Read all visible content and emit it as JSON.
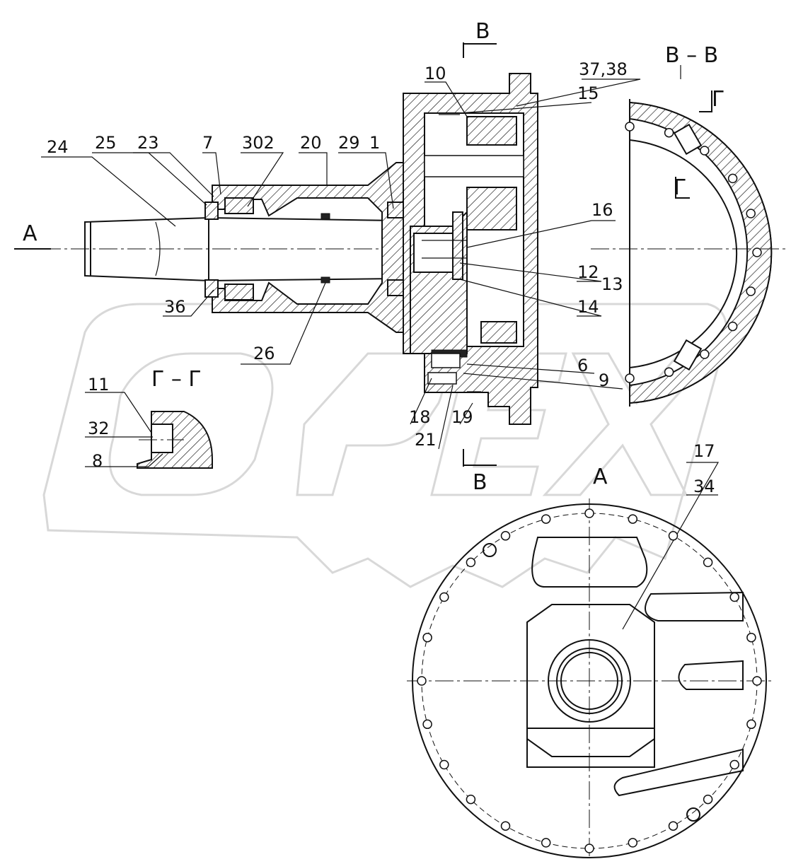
{
  "labels": {
    "l24": "24",
    "l25": "25",
    "l23": "23",
    "l7": "7",
    "l302": "302",
    "l20": "20",
    "l29": "29",
    "l1": "1",
    "l10": "10",
    "l3738": "37,38",
    "l15": "15",
    "l16": "16",
    "l12": "12",
    "l13": "13",
    "l14": "14",
    "l36": "36",
    "l26": "26",
    "l6": "6",
    "l9": "9",
    "l18": "18",
    "l21": "21",
    "l19": "19",
    "l11": "11",
    "l32": "32",
    "l8": "8",
    "l17": "17",
    "l34": "34"
  },
  "views": {
    "section_b_top": "B",
    "section_b_bottom": "B",
    "section_bb": "B – B",
    "section_gg": "Г – Г",
    "cut_g_top": "Г",
    "cut_g_bottom": "Г",
    "arrow_a": "A",
    "view_a": "A"
  },
  "watermark": "OPEX"
}
